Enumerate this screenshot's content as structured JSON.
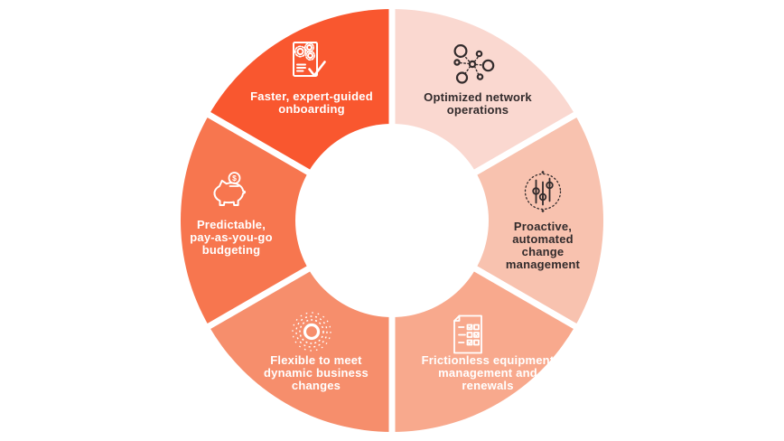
{
  "page": {
    "background_color": "#FFFFFF"
  },
  "diagram": {
    "type": "donut-segment-infographic",
    "segment_count": 6,
    "icon_colors": {
      "light": "#FFFFFF",
      "dark": "#322B2C"
    },
    "divider_color": "#FFFFFF",
    "coin_symbol": "$",
    "segments": [
      {
        "name": "faster-expert-guided-onboarding",
        "label": "Faster, expert-guided\nonboarding",
        "color": "#F9572F",
        "text_color": "#FFFFFF",
        "icon": "document-gears-checkmark-icon",
        "position": "top-left"
      },
      {
        "name": "optimized-network-operations",
        "label": "Optimized network\noperations",
        "color": "#FAD8D0",
        "text_color": "#322B2C",
        "icon": "network-nodes-icon",
        "position": "top-right"
      },
      {
        "name": "proactive-automated-change-management",
        "label": "Proactive,\nautomated\nchange\nmanagement",
        "color": "#F8C2AF",
        "text_color": "#322B2C",
        "icon": "sliders-icon",
        "position": "right"
      },
      {
        "name": "frictionless-equipment-management-and-renewals",
        "label": "Frictionless equipment\nmanagement and\nrenewals",
        "color": "#F8A98D",
        "text_color": "#FFFFFF",
        "icon": "checklist-document-icon",
        "position": "bottom-right"
      },
      {
        "name": "flexible-to-meet-dynamic-business-changes",
        "label": "Flexible to meet\ndynamic business\nchanges",
        "color": "#F68E6C",
        "text_color": "#FFFFFF",
        "icon": "concentric-circles-icon",
        "position": "bottom-left"
      },
      {
        "name": "predictable-pay-as-you-go-budgeting",
        "label": "Predictable,\npay-as-you-go\nbudgeting",
        "color": "#F7764F",
        "text_color": "#FFFFFF",
        "icon": "piggy-bank-coin-icon",
        "position": "left"
      }
    ]
  }
}
